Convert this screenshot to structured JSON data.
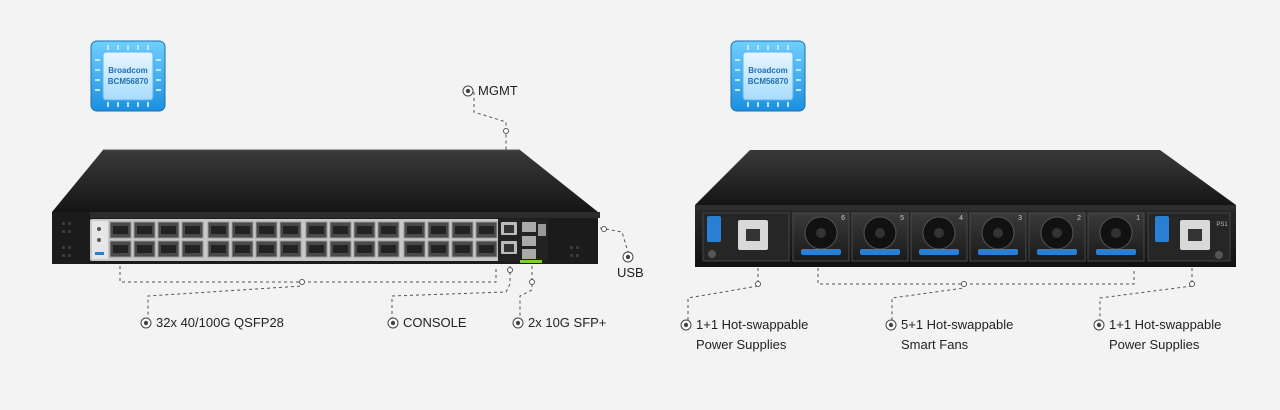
{
  "chips": [
    {
      "line1": "Broadcom",
      "line2": "BCM56870"
    },
    {
      "line1": "Broadcom",
      "line2": "BCM56870"
    }
  ],
  "front_callouts": {
    "mgmt": "MGMT",
    "usb": "USB",
    "qsfp": "32x 40/100G QSFP28",
    "console": "CONSOLE",
    "sfp": "2x 10G SFP+"
  },
  "rear_callouts": {
    "psu_left_line1": "1+1 Hot-swappable",
    "psu_left_line2": "Power Supplies",
    "fans_line1": "5+1 Hot-swappable",
    "fans_line2": "Smart Fans",
    "psu_right_line1": "1+1 Hot-swappable",
    "psu_right_line2": "Power Supplies"
  },
  "rear_labels": {
    "fan_numbers": [
      "6",
      "5",
      "4",
      "3",
      "2",
      "1"
    ],
    "psu_tag": "PS1"
  }
}
